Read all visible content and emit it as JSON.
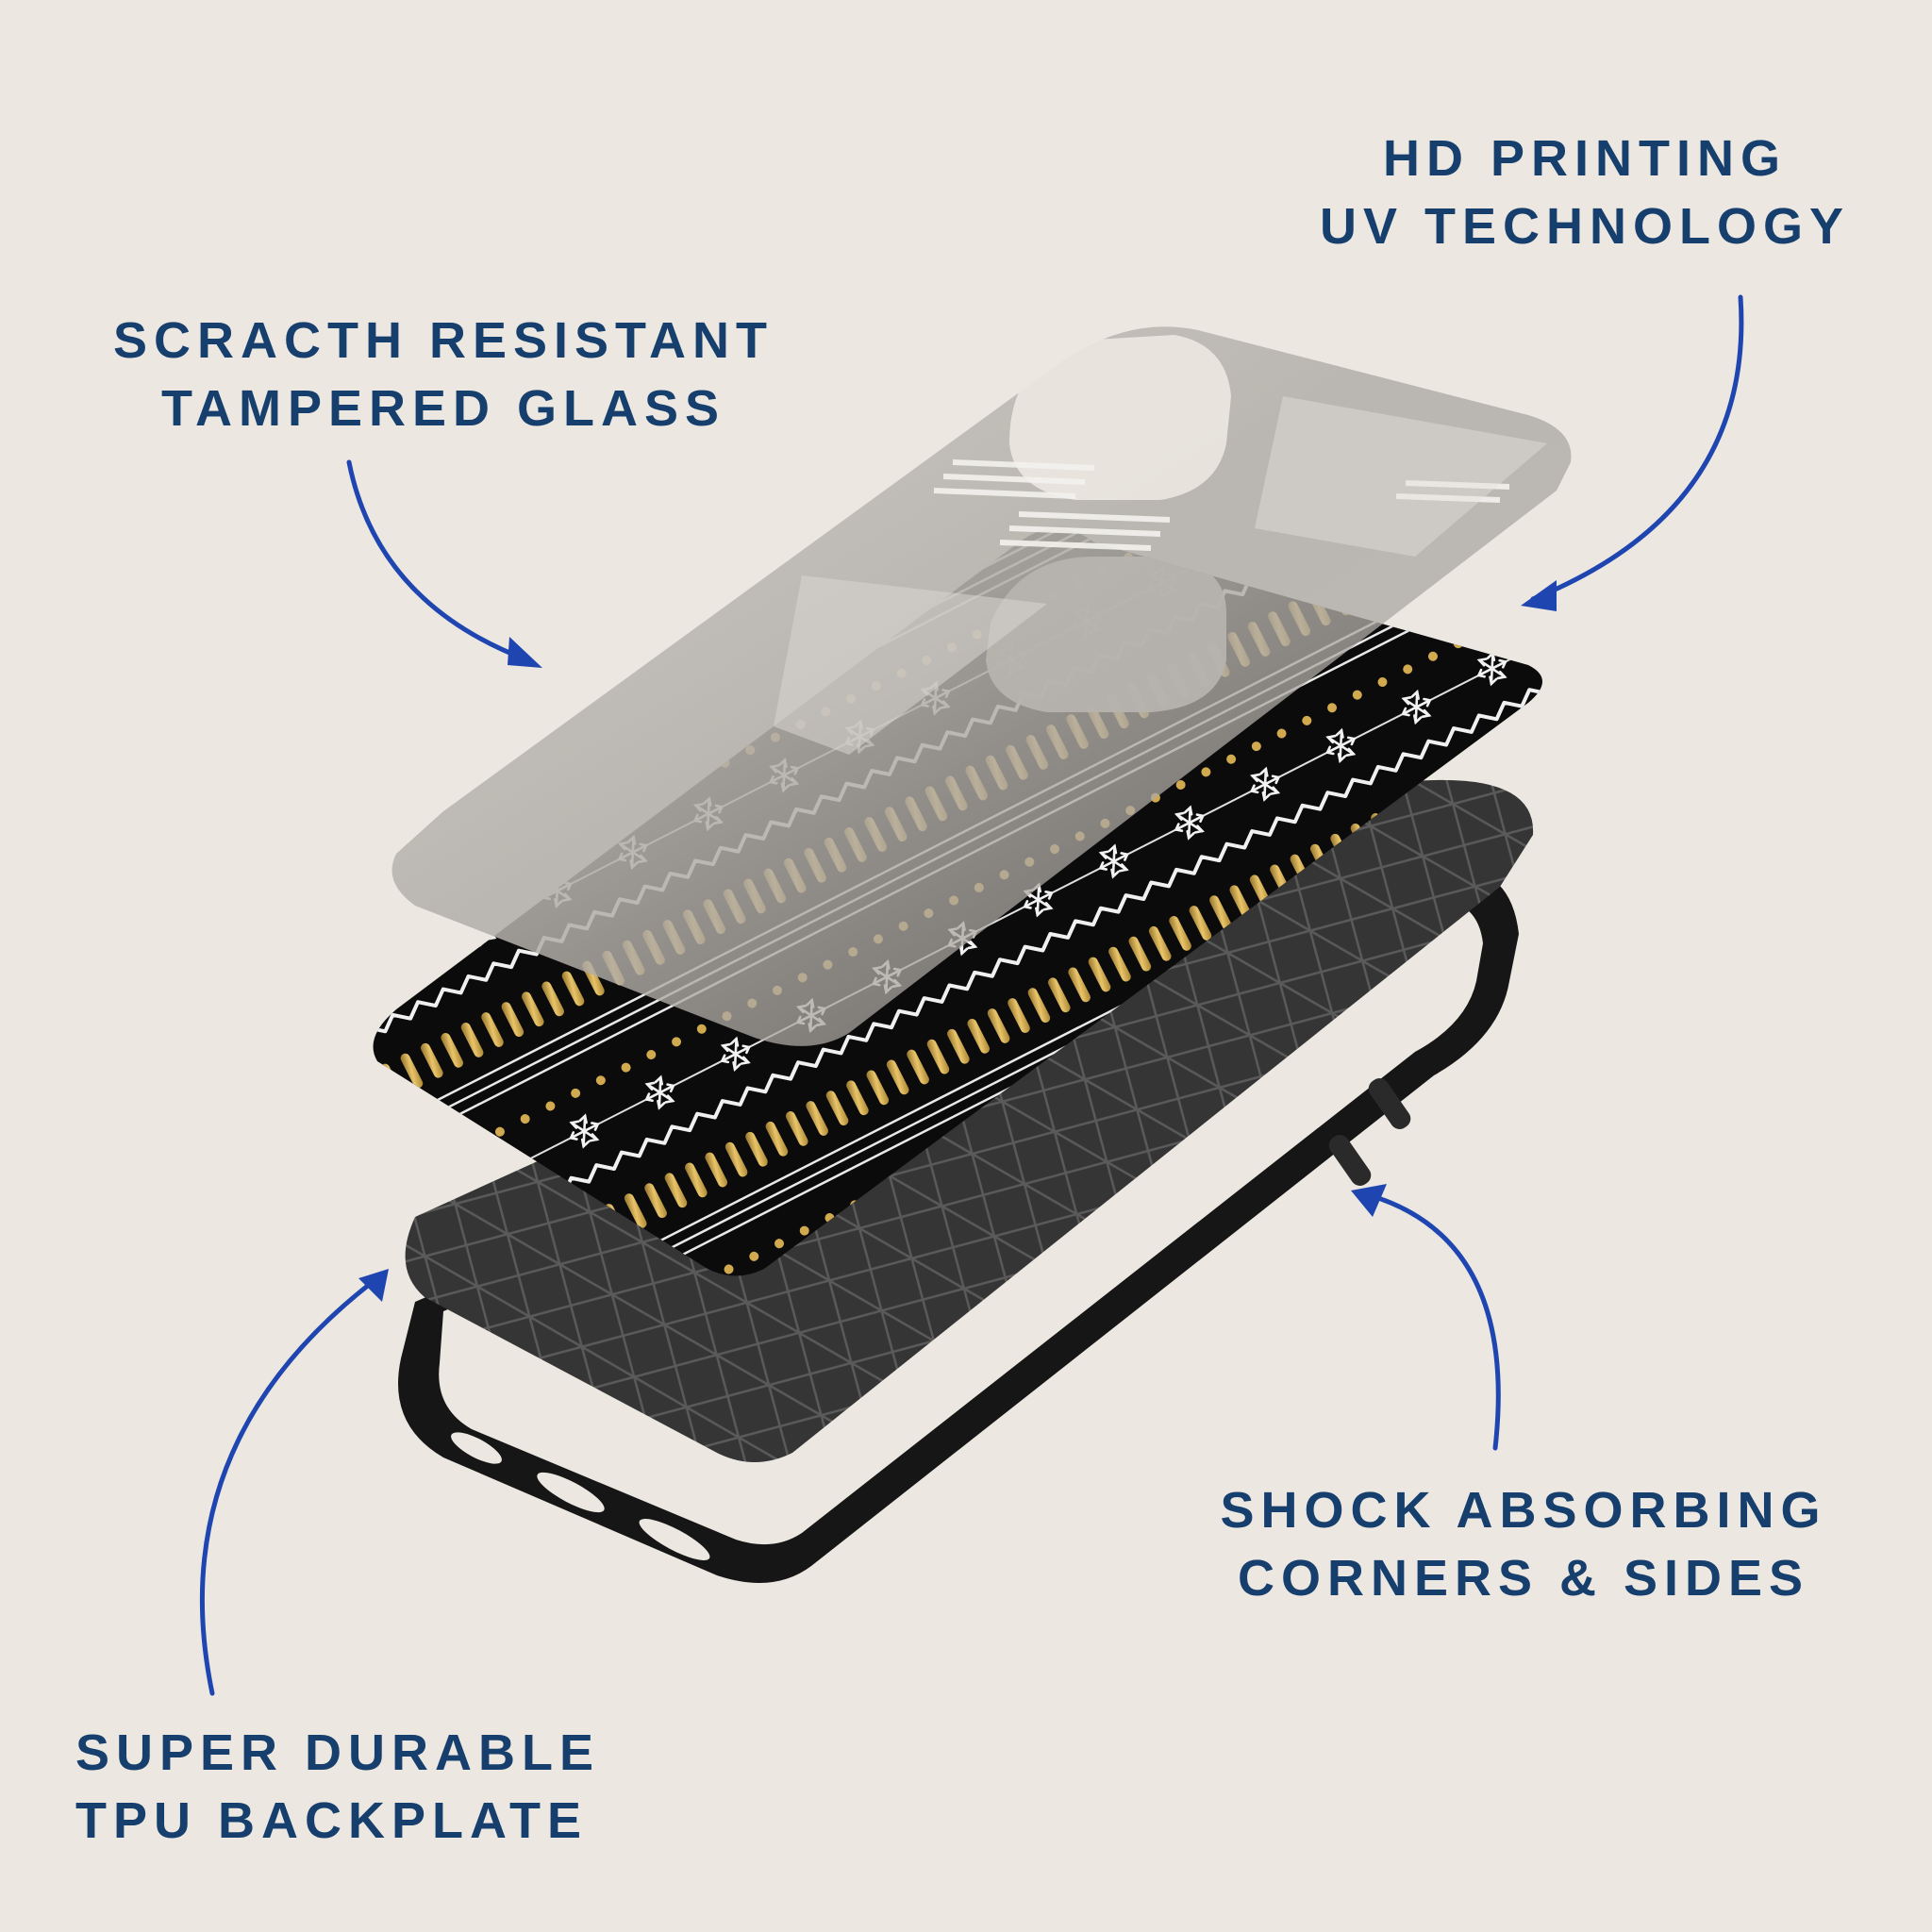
{
  "features": {
    "glass": {
      "line1": "SCRACTH RESISTANT",
      "line2": "TAMPERED GLASS"
    },
    "print": {
      "line1": "HD PRINTING",
      "line2": "UV TECHNOLOGY"
    },
    "shock": {
      "line1": "SHOCK ABSORBING",
      "line2": "CORNERS & SIDES"
    },
    "backplate": {
      "line1": "SUPER DURABLE",
      "line2": "TPU BACKPLATE"
    }
  },
  "colors": {
    "background": "#ECE8E1",
    "label_text": "#173F6E",
    "arrow": "#1E45B0",
    "bumper": "#151515",
    "backplate": "#3A3A3A",
    "print_base": "#0B0B0B",
    "gold": "#C9A24A",
    "glass": "#BDBAB5"
  },
  "icons": {
    "arrow": "curved-arrow-icon",
    "snowflake": "snowflake-icon"
  }
}
